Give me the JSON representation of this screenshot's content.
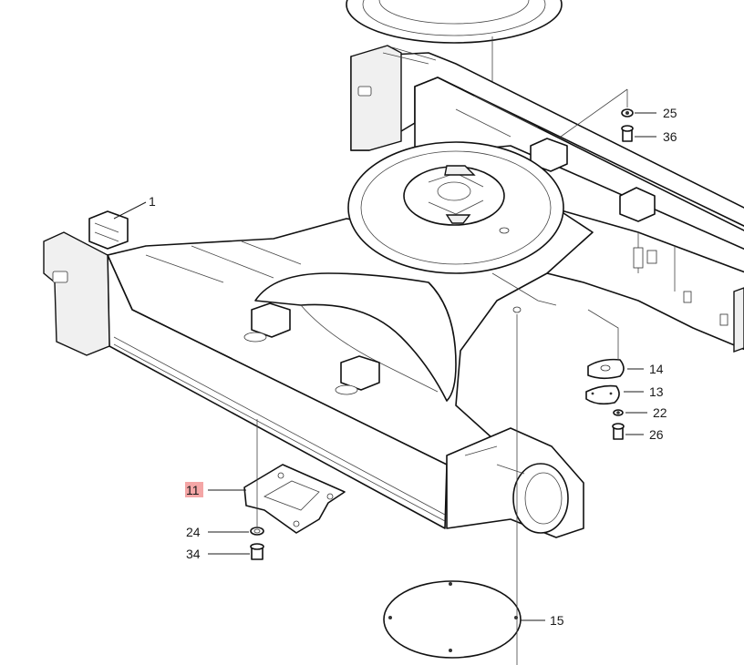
{
  "callouts": [
    {
      "id": "c1",
      "label": "1",
      "highlight": false
    },
    {
      "id": "c11",
      "label": "11",
      "highlight": true
    },
    {
      "id": "c13",
      "label": "13",
      "highlight": false
    },
    {
      "id": "c14",
      "label": "14",
      "highlight": false
    },
    {
      "id": "c15",
      "label": "15",
      "highlight": false
    },
    {
      "id": "c22",
      "label": "22",
      "highlight": false
    },
    {
      "id": "c24",
      "label": "24",
      "highlight": false
    },
    {
      "id": "c25",
      "label": "25",
      "highlight": false
    },
    {
      "id": "c26",
      "label": "26",
      "highlight": false
    },
    {
      "id": "c34",
      "label": "34",
      "highlight": false
    },
    {
      "id": "c36",
      "label": "36",
      "highlight": false
    }
  ],
  "colors": {
    "highlight": "#f4a6a6",
    "line": "#1a1a1a",
    "background": "#ffffff"
  }
}
